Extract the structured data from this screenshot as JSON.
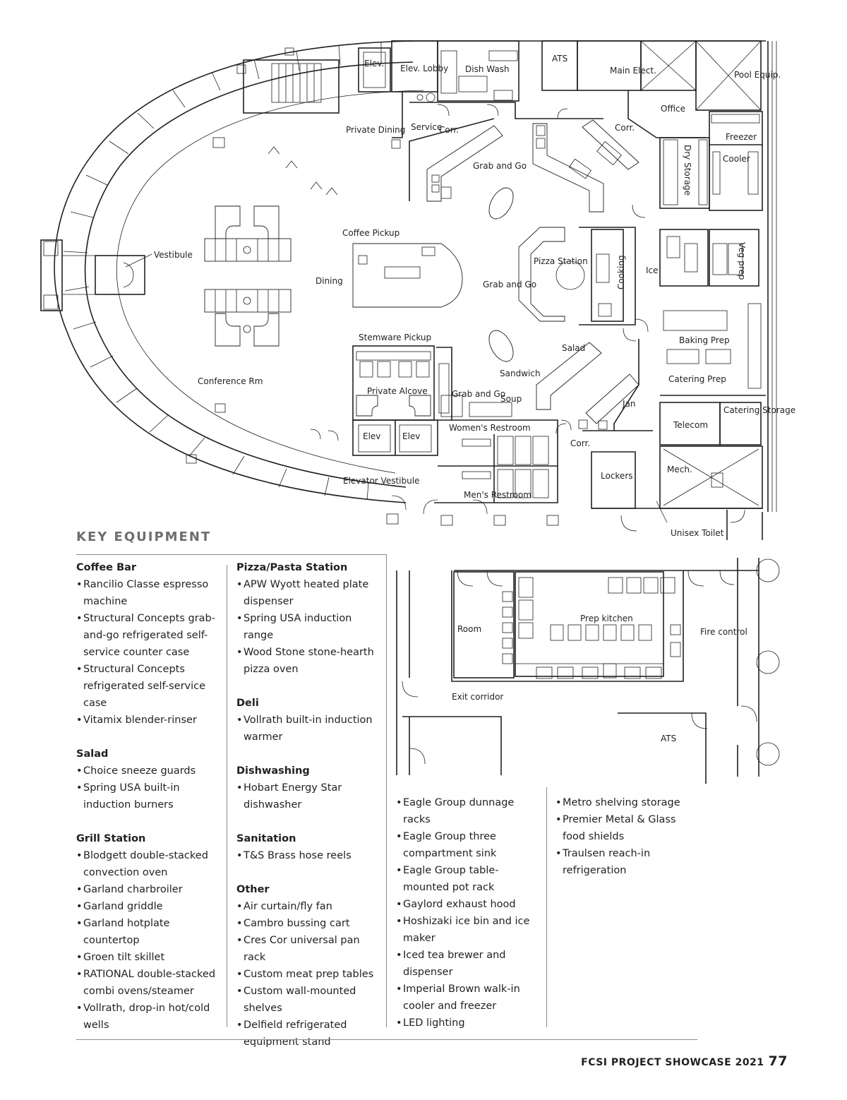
{
  "floor_plan": {
    "rooms": {
      "elev_top": "Elev.",
      "elev_lobby": "Elev. Lobby",
      "dish_wash": "Dish Wash",
      "ats_top": "ATS",
      "main_elect": "Main Elect.",
      "pool_equip": "Pool Equip.",
      "office": "Office",
      "private_dining": "Private Dining",
      "service": "Service",
      "corr_1": "Corr.",
      "corr_2": "Corr.",
      "freezer": "Freezer",
      "cooler": "Cooler",
      "dry_storage": "Dry Storage",
      "grab_and_go_1": "Grab and Go",
      "coffee_pickup": "Coffee Pickup",
      "vestibule": "Vestibule",
      "dining": "Dining",
      "pizza_station": "Pizza Station",
      "grab_and_go_2": "Grab and Go",
      "cooking": "Cooking",
      "ice": "Ice",
      "veg_prep": "Veg prep",
      "baking_prep": "Baking Prep",
      "stemware_pickup": "Stemware Pickup",
      "salad": "Salad",
      "conference_rm": "Conference Rm",
      "private_alcove": "Private Alcove",
      "grab_and_go_3": "Grab and Go",
      "sandwich": "Sandwich",
      "soup": "Soup",
      "catering_prep": "Catering Prep",
      "jan": "Jan",
      "telecom": "Telecom",
      "catering_storage": "Catering Storage",
      "elev_left": "Elev",
      "elev_right": "Elev",
      "womens_restroom": "Women's Restroom",
      "corr_3": "Corr.",
      "lockers": "Lockers",
      "mech": "Mech.",
      "elevator_vestibule": "Elevator Vestibule",
      "mens_restroom": "Men's Restroom",
      "unisex_toilet": "Unisex Toilet"
    }
  },
  "lower_plan": {
    "rooms": {
      "room": "Room",
      "prep_kitchen": "Prep kitchen",
      "fire_control": "Fire control",
      "exit_corridor": "Exit corridor",
      "ats": "ATS"
    }
  },
  "key_equipment": {
    "title": "KEY EQUIPMENT",
    "col1": [
      {
        "heading": "Coffee Bar",
        "items": [
          "Rancilio Classe espresso machine",
          "Structural Concepts grab-and-go refrigerated self-service counter case",
          "Structural Concepts refrigerated self-service case",
          "Vitamix blender-rinser"
        ]
      },
      {
        "heading": "Salad",
        "items": [
          "Choice sneeze guards",
          "Spring USA built-in induction burners"
        ]
      },
      {
        "heading": "Grill Station",
        "items": [
          "Blodgett double-stacked convection oven",
          "Garland charbroiler",
          "Garland griddle",
          "Garland hotplate countertop",
          "Groen tilt skillet",
          "RATIONAL double-stacked combi ovens/steamer",
          "Vollrath, drop-in hot/cold wells"
        ]
      }
    ],
    "col2": [
      {
        "heading": "Pizza/Pasta Station",
        "items": [
          "APW Wyott heated plate dispenser",
          "Spring USA induction range",
          "Wood Stone stone-hearth pizza oven"
        ]
      },
      {
        "heading": "Deli",
        "items": [
          "Vollrath built-in induction warmer"
        ]
      },
      {
        "heading": "Dishwashing",
        "items": [
          "Hobart Energy Star dishwasher"
        ]
      },
      {
        "heading": "Sanitation",
        "items": [
          "T&S Brass hose reels"
        ]
      },
      {
        "heading": "Other",
        "items": [
          "Air curtain/fly fan",
          "Cambro bussing cart",
          "Cres Cor universal pan rack",
          "Custom meat prep tables",
          "Custom wall-mounted shelves",
          "Delfield refrigerated equipment stand"
        ]
      }
    ],
    "col3": [
      "Eagle Group dunnage racks",
      "Eagle Group three compartment sink",
      "Eagle Group table-mounted pot rack",
      "Gaylord exhaust hood",
      "Hoshizaki ice bin and ice maker",
      "Iced tea brewer and dispenser",
      "Imperial Brown walk-in cooler and freezer",
      "LED lighting"
    ],
    "col4": [
      "Metro shelving storage",
      "Premier Metal & Glass food shields",
      "Traulsen reach-in refrigeration"
    ]
  },
  "footer": {
    "publication": "FCSI PROJECT SHOWCASE 2021",
    "page_number": "77"
  }
}
